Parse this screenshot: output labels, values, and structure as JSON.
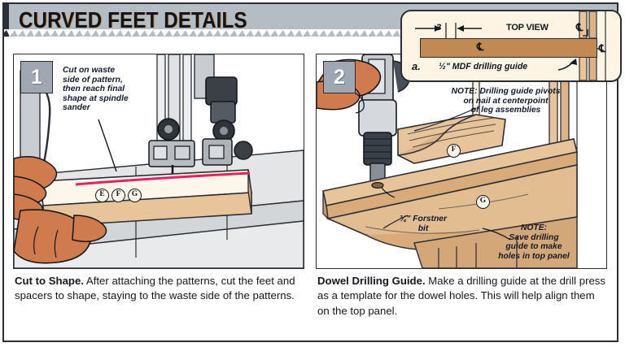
{
  "header": {
    "title": "CURVED FEET DETAILS",
    "bg_color": "#b4bcc4",
    "accent_color": "#2b3038",
    "edge_icon": "sawblade-teeth-icon"
  },
  "inset": {
    "label": "a.",
    "title": "TOP VIEW",
    "dimension": "3",
    "caption": "½\" MDF drilling guide",
    "centerline_symbols": [
      "℄",
      "℄"
    ],
    "bar_color": "#c08a52",
    "bg_color": "#fdf4e4"
  },
  "panels": [
    {
      "number": "1",
      "scene": "bandsaw-cutting-illustration",
      "callouts": [
        {
          "name": "waste-side-note",
          "text": "Cut on waste\nside of pattern,\nthen reach final\nshape at spindle\nsander"
        }
      ],
      "part_labels": [
        "E",
        "F",
        "G"
      ],
      "cut_line_color": "#ea1f63"
    },
    {
      "number": "2",
      "scene": "drill-press-drilling-guide-illustration",
      "callouts": [
        {
          "name": "pivot-note",
          "text": "NOTE: Drilling guide pivots\non nail at centerpoint\nof leg assemblies"
        },
        {
          "name": "forstner-bit-note",
          "text": "¾\" Forstner\nbit"
        },
        {
          "name": "save-guide-note",
          "text": "NOTE:\nSave drilling\nguide to make\nholes in top panel"
        }
      ],
      "part_labels": [
        "F",
        "G"
      ],
      "wood_color": "#e8c49a"
    }
  ],
  "captions": [
    {
      "title": "Cut to Shape.",
      "body": " After attaching the patterns, cut the feet and spacers to shape, staying to the waste side of the patterns."
    },
    {
      "title": "Dowel Drilling Guide.",
      "body": " Make a drilling guide at the drill press as a template for the dowel holes. This will help align them on the top panel."
    }
  ]
}
